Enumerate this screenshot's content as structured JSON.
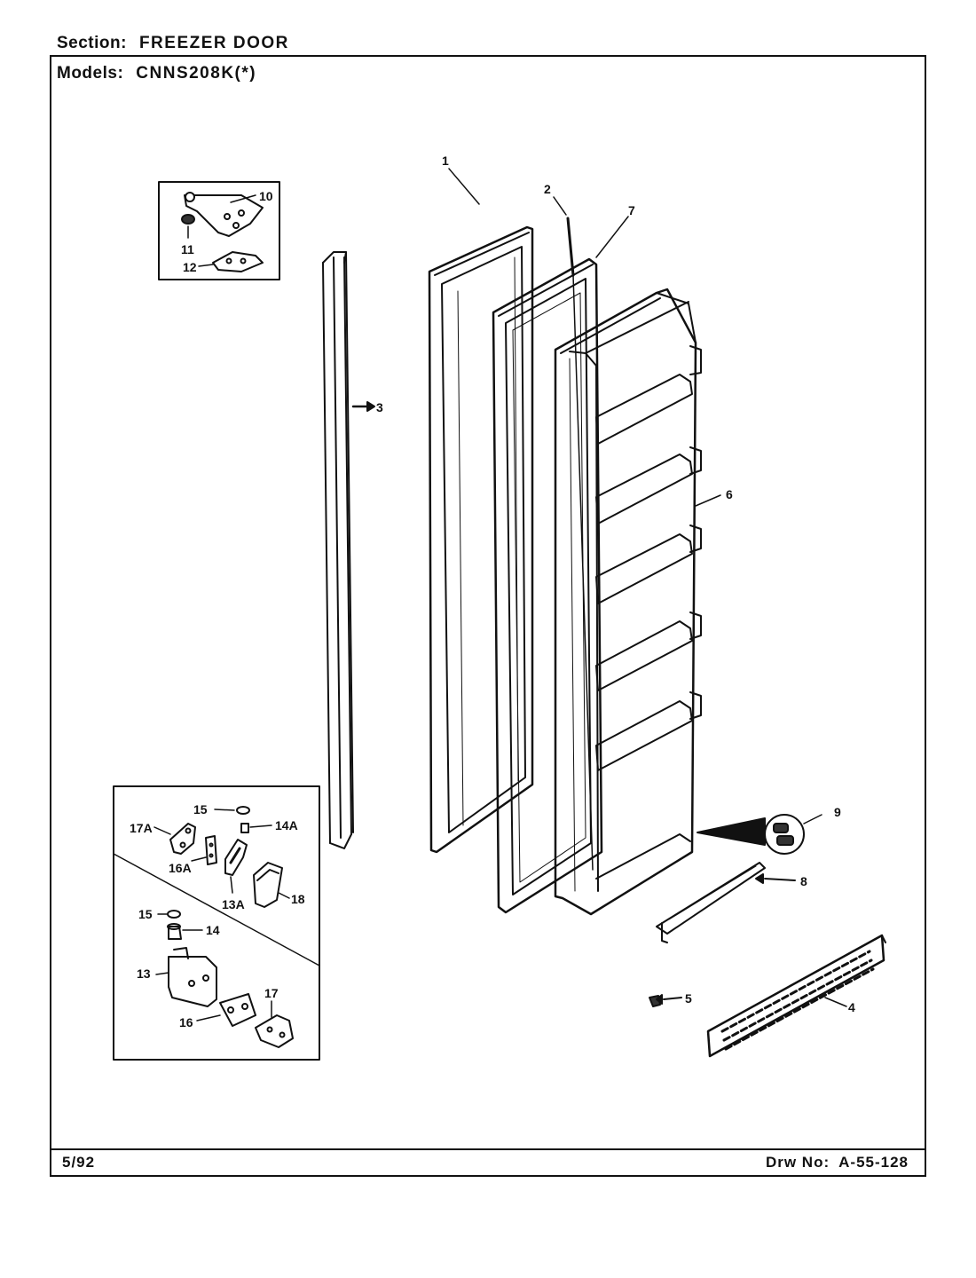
{
  "header": {
    "section_label": "Section:",
    "section_value": "FREEZER DOOR",
    "models_label": "Models:",
    "models_value": "CNNS208K(*)"
  },
  "footer": {
    "date": "5/92",
    "drawing_label": "Drw No:",
    "drawing_number": "A-55-128"
  },
  "callouts": {
    "c1": "1",
    "c2": "2",
    "c3": "3",
    "c4": "4",
    "c5": "5",
    "c6": "6",
    "c7": "7",
    "c8": "8",
    "c9": "9",
    "c10": "10",
    "c11": "11",
    "c12": "12",
    "c13": "13",
    "c13a": "13A",
    "c14": "14",
    "c14a": "14A",
    "c15a": "15",
    "c15b": "15",
    "c16": "16",
    "c16a": "16A",
    "c17": "17",
    "c17a": "17A",
    "c18": "18"
  }
}
